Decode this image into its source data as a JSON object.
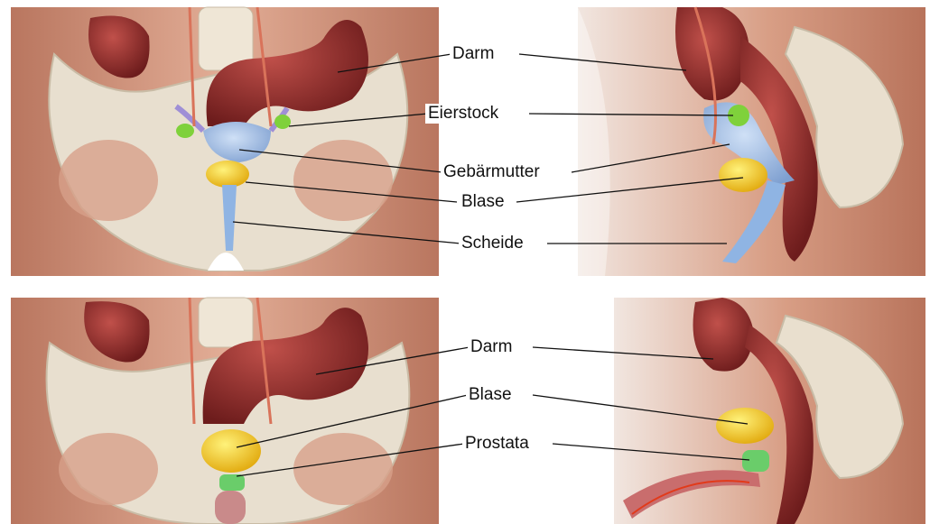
{
  "female": {
    "labels": {
      "darm": "Darm",
      "eierstock": "Eierstock",
      "gebaermutter": "Gebärmutter",
      "blase": "Blase",
      "scheide": "Scheide"
    }
  },
  "male": {
    "labels": {
      "darm": "Darm",
      "blase": "Blase",
      "prostata": "Prostata"
    }
  },
  "colors": {
    "skin": "#d9a089",
    "bone": "#e6dccb",
    "intestine": "#8e2a2a",
    "uterus": "#a9c3e6",
    "ovary": "#7fd13b",
    "bladder": "#f2c21a",
    "prostate": "#66cc66"
  }
}
